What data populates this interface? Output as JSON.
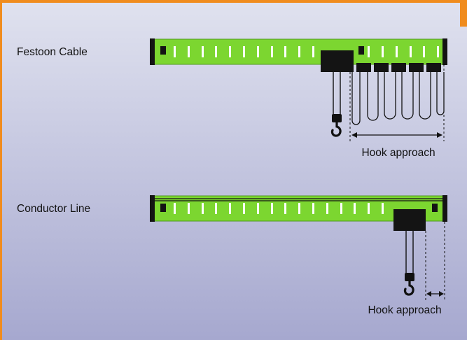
{
  "colors": {
    "background_top": "#e0e2ef",
    "background_bottom": "#a6a8cf",
    "frame_orange": "#f08c1e",
    "rail_green": "#7cd630",
    "rail_dark": "#141414"
  },
  "festoon": {
    "label": "Festoon Cable",
    "hook_approach_label": "Hook approach"
  },
  "conductor": {
    "label": "Conductor Line",
    "hook_approach_label": "Hook approach"
  }
}
